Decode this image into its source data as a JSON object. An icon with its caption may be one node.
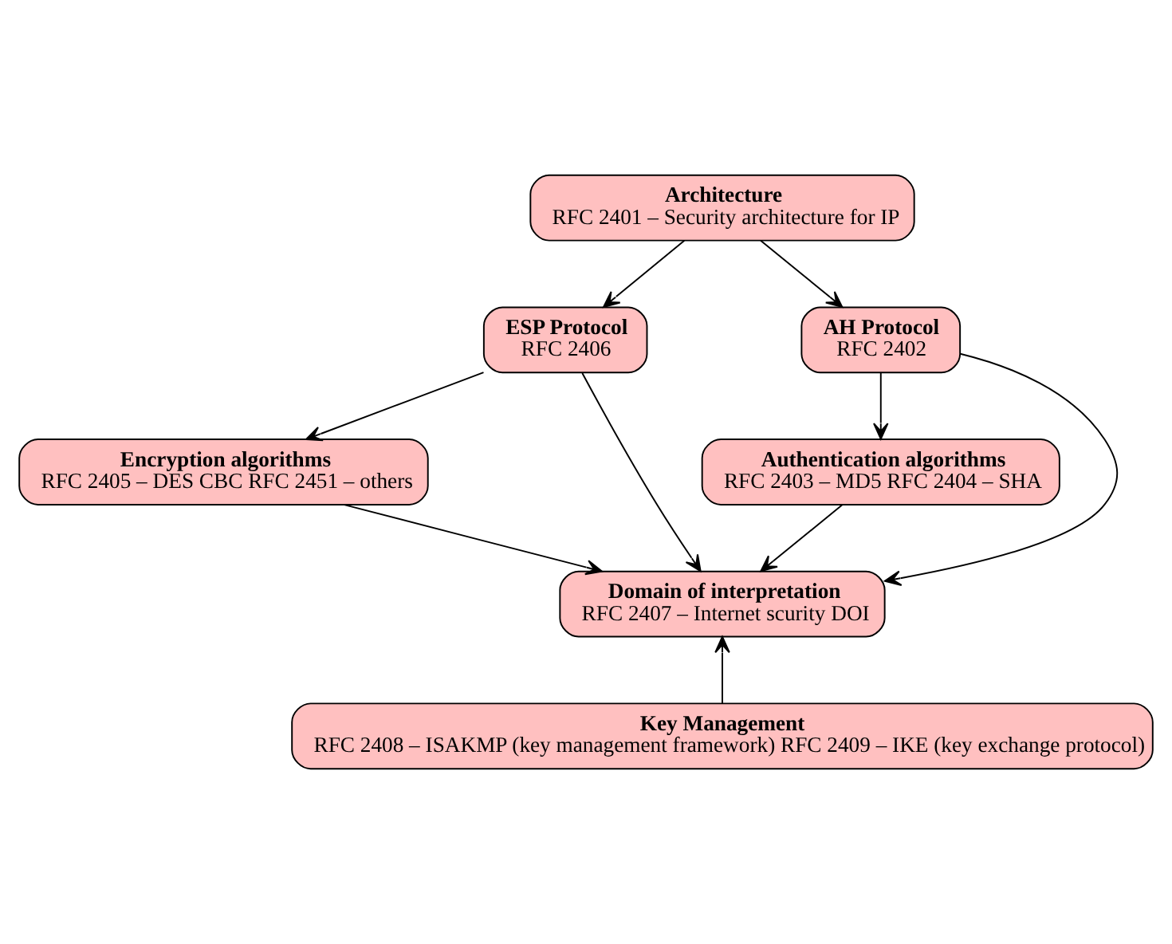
{
  "diagram": {
    "nodes": [
      {
        "text": [
          "Architecture",
          "RFC 2401 – Security architecture for IP"
        ]
      },
      {
        "text": [
          "ESP Protocol",
          "RFC 2406"
        ]
      },
      {
        "text": [
          "AH Protocol",
          "RFC 2402"
        ]
      },
      {
        "text": [
          "Encryption algorithms",
          "RFC 2405 – DES CBC RFC 2451 – others"
        ]
      },
      {
        "text": [
          "Authentication algorithms",
          "RFC 2403 – MD5 RFC 2404 – SHA"
        ]
      },
      {
        "text": [
          "Domain of interpretation",
          "RFC 2407 – Internet scurity DOI"
        ]
      },
      {
        "text": [
          "Key Management",
          "RFC 2408 – ISAKMP (key management framework) RFC 2409 – IKE (key exchange protocol)"
        ]
      }
    ],
    "edges": [
      {
        "from": 0,
        "to": 1,
        "arrow": "to"
      },
      {
        "from": 0,
        "to": 2,
        "arrow": "to"
      },
      {
        "from": 1,
        "to": 3,
        "arrow": "to"
      },
      {
        "from": 1,
        "to": 5,
        "arrow": "to"
      },
      {
        "from": 2,
        "to": 5,
        "arrow": "to"
      },
      {
        "from": 2,
        "to": 4,
        "arrow": "to"
      },
      {
        "from": 3,
        "to": 5,
        "arrow": "to"
      },
      {
        "from": 4,
        "to": 5,
        "arrow": "to"
      },
      {
        "from": 6,
        "to": 5,
        "arrow": "to"
      }
    ]
  }
}
